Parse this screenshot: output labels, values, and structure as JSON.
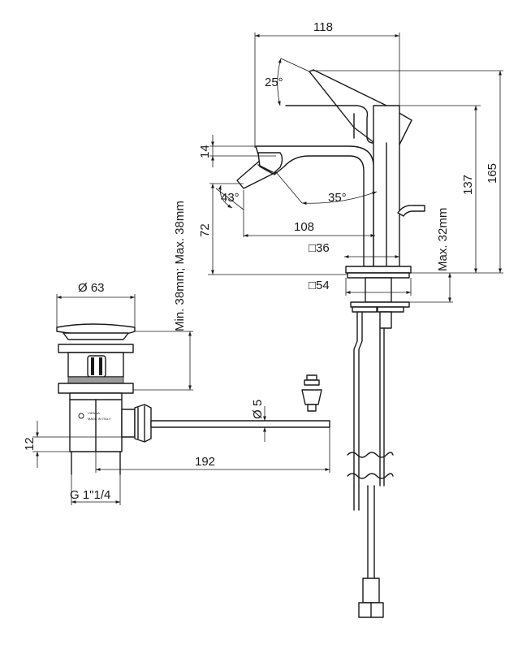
{
  "dimensions": {
    "width_overall": "118",
    "lever_angle": "25°",
    "spout_height": "14",
    "nozzle_angle": "43°",
    "spray_angle": "35°",
    "spout_reach": "108",
    "height_spout": "72",
    "height_lever": "137",
    "height_total": "165",
    "body_size": "□36",
    "base_size": "□54",
    "max_deck": "Max. 32mm",
    "waste_diameter": "Ø 63",
    "waste_range": "Min. 38mm; Max. 38mm",
    "rod_diameter": "Ø 5",
    "rod_length": "192",
    "waste_offset": "12",
    "thread": "G 1\"1/4"
  },
  "colors": {
    "line": "#1a1a1a",
    "background": "#ffffff"
  }
}
